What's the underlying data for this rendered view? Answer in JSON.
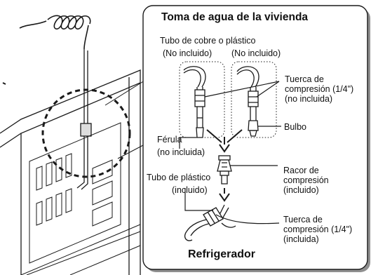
{
  "panel": {
    "title": "Toma de agua de la vivienda",
    "footer": "Refrigerador"
  },
  "labels": {
    "tubo_cobre": "Tubo de cobre o plástico",
    "no_incluido_1": "(No incluido)",
    "no_incluido_2": "(No incluido)",
    "tuerca_top": [
      "Tuerca de",
      "compresión (1/4\")",
      "(no incluida)"
    ],
    "ferula": [
      "Férula",
      "(no incluida)"
    ],
    "bulbo": "Bulbo",
    "tubo_plastico": [
      "Tubo de plástico",
      "(incluido)"
    ],
    "racor": [
      "Racor de",
      "compresión",
      "(incluido)"
    ],
    "tuerca_bottom": [
      "Tuerca de",
      "compresión (1/4\")",
      "(incluida)"
    ]
  },
  "colors": {
    "line": "#1a1a1a",
    "panel_shadow": "#9a9a9a",
    "hatch": "#555555"
  }
}
